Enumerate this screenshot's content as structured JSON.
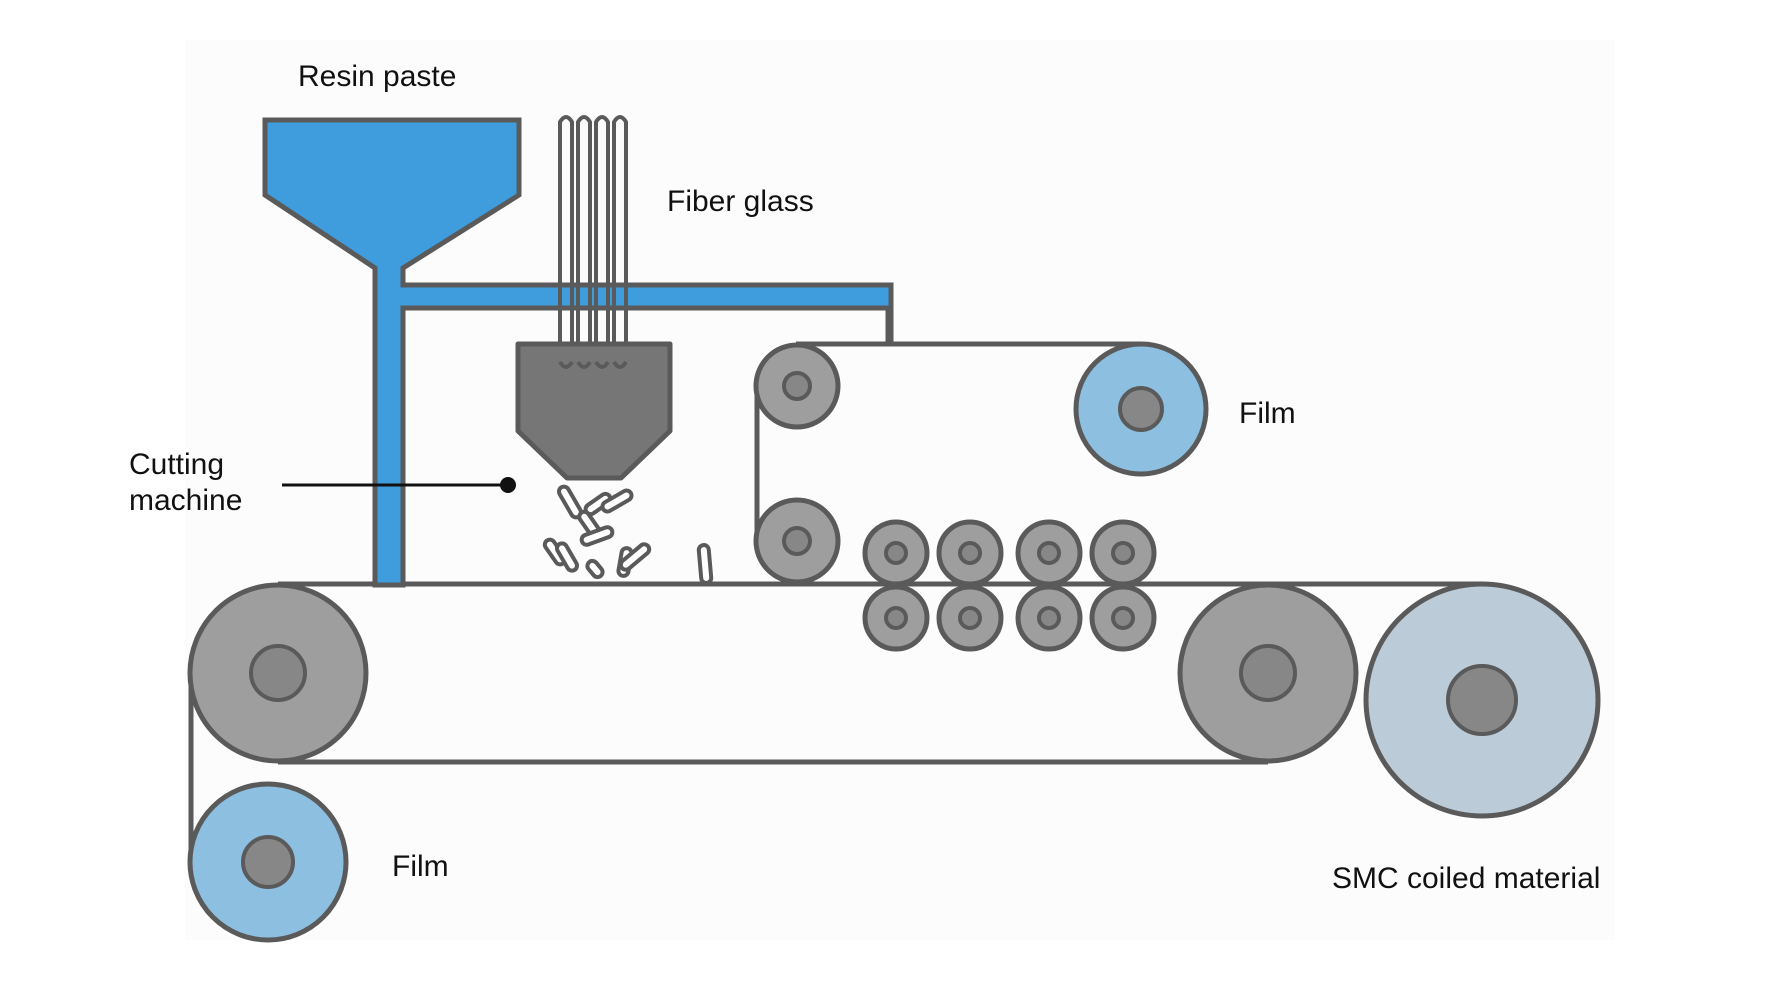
{
  "labels": {
    "resin_paste": "Resin paste",
    "fiber_glass": "Fiber glass",
    "cutting_machine_line1": "Cutting",
    "cutting_machine_line2": "machine",
    "film_top": "Film",
    "film_bottom": "Film",
    "smc_coiled": "SMC coiled material"
  },
  "colors": {
    "resin_blue": "#3f9ddd",
    "film_blue": "#8dbfe0",
    "coil_gray_blue": "#bccbd8",
    "roller_gray": "#9e9e9e",
    "hub_gray": "#878787",
    "cutter_gray": "#767676",
    "outline": "#5a5a5a",
    "text": "#111111"
  }
}
